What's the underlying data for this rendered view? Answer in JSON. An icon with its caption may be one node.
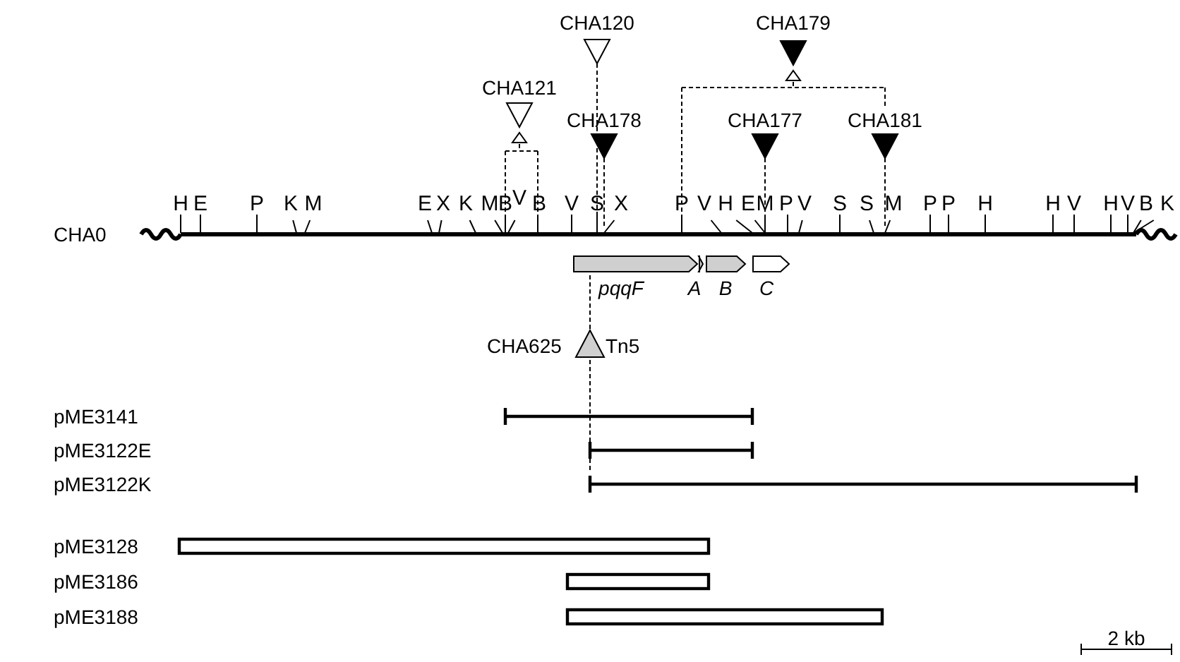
{
  "diagram": {
    "nodes": [
      {
        "text": [
          "CHA120"
        ]
      },
      {
        "text": [
          "CHA179"
        ]
      },
      {
        "text": [
          "CHA121"
        ]
      },
      {
        "text": [
          "CHA178"
        ]
      },
      {
        "text": [
          "CHA177"
        ]
      },
      {
        "text": [
          "CHA181"
        ]
      },
      {
        "text": [
          "CHA0"
        ],
        "beside": [
          "H",
          "E",
          "P",
          "K",
          "M",
          "E",
          "X",
          "K",
          "M",
          "B",
          "V",
          "B",
          "V",
          "S",
          "X",
          "P",
          "V",
          "H",
          "E",
          "M",
          "P",
          "V",
          "S",
          "S",
          "M",
          "P",
          "P",
          "H",
          "H",
          "V",
          "H",
          "V",
          "B",
          "K"
        ]
      },
      {
        "text": [
          "pqqF"
        ]
      },
      {
        "text": [
          "A"
        ]
      },
      {
        "text": [
          "B"
        ]
      },
      {
        "text": [
          "C"
        ]
      },
      {
        "text": [
          "CHA625",
          "Tn5"
        ]
      },
      {
        "text": [],
        "shape": "bar"
      },
      {
        "text": [],
        "shape": "bar"
      },
      {
        "text": [],
        "shape": "bar"
      },
      {
        "text": [],
        "shape": "box"
      },
      {
        "text": [],
        "shape": "box"
      },
      {
        "text": [],
        "shape": "box"
      }
    ],
    "edges": [
      {
        "from": 0,
        "to": 6,
        "arrow": "none",
        "style": "dashed"
      },
      {
        "from": 1,
        "to": 6,
        "arrow": "none",
        "style": "dashed"
      },
      {
        "from": 2,
        "to": 6,
        "arrow": "none",
        "style": "dashed"
      },
      {
        "from": 3,
        "to": 6,
        "arrow": "none",
        "style": "dashed"
      },
      {
        "from": 4,
        "to": 6,
        "arrow": "none",
        "style": "dashed"
      },
      {
        "from": 5,
        "to": 6,
        "arrow": "none",
        "style": "dashed"
      },
      {
        "from": 11,
        "to": 7,
        "arrow": "none",
        "style": "dashed"
      },
      {
        "from": 11,
        "to": 14,
        "arrow": "none",
        "style": "dashed"
      },
      {
        "from": 1,
        "to": 5,
        "arrow": "none",
        "style": "dashed"
      }
    ],
    "labels": [
      "pME3141",
      "pME3122E",
      "pME3122K",
      "pME3128",
      "pME3186",
      "pME3188",
      "2 kb"
    ]
  }
}
